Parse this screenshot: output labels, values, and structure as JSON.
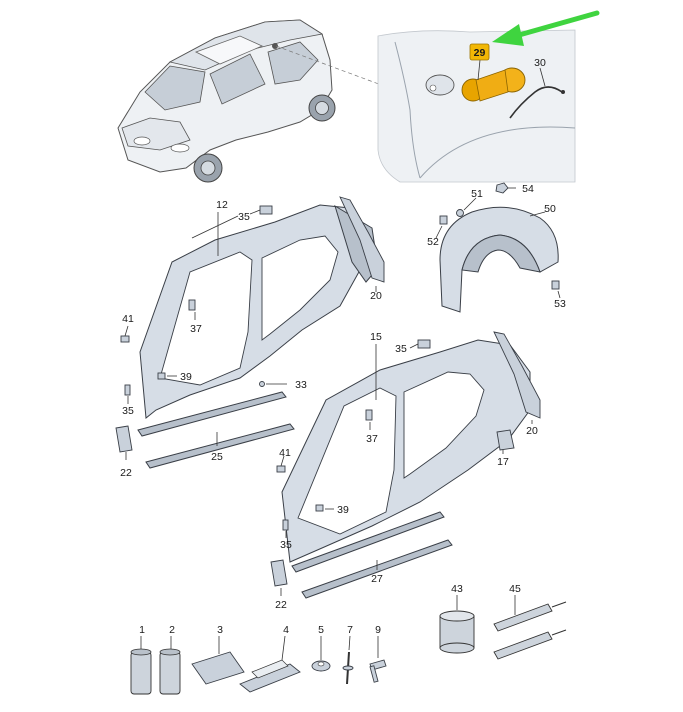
{
  "highlight": {
    "part": "29",
    "badge_color": "#f2b705",
    "part_color": "#e8a400",
    "arrow_color": "#3fd43f"
  },
  "callouts": {
    "c1": "1",
    "c2": "2",
    "c3": "3",
    "c4": "4",
    "c5": "5",
    "c7": "7",
    "c9": "9",
    "c12": "12",
    "c15": "15",
    "c17": "17",
    "c20a": "20",
    "c20b": "20",
    "c22a": "22",
    "c22b": "22",
    "c25": "25",
    "c27": "27",
    "c29": "29",
    "c30": "30",
    "c33": "33",
    "c35a": "35",
    "c35b": "35",
    "c35c": "35",
    "c35d": "35",
    "c37a": "37",
    "c37b": "37",
    "c39a": "39",
    "c39b": "39",
    "c41a": "41",
    "c41b": "41",
    "c43": "43",
    "c45": "45",
    "c50": "50",
    "c51": "51",
    "c52": "52",
    "c53": "53",
    "c54": "54"
  }
}
